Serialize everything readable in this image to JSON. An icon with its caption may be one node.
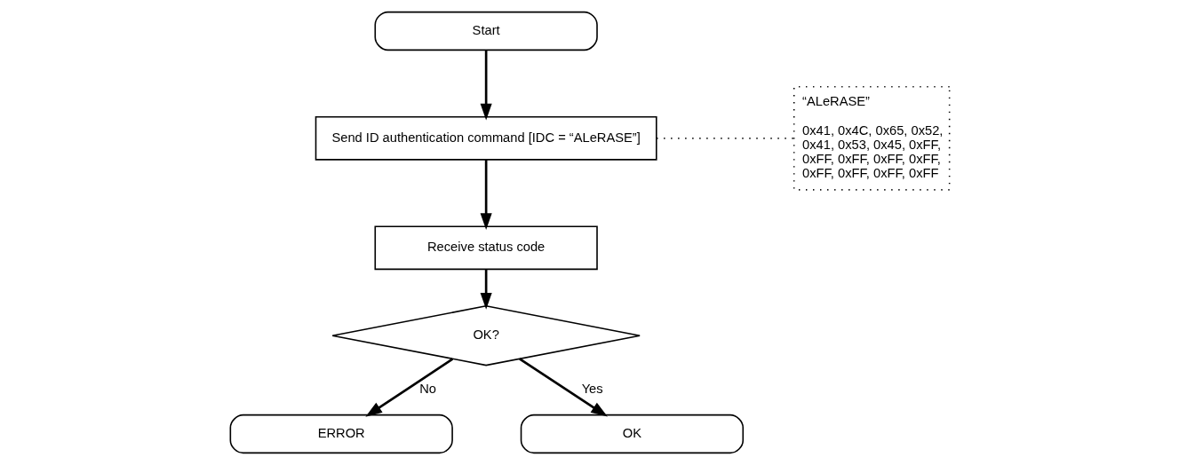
{
  "diagram": {
    "nodes": [
      {
        "text": [
          "Start"
        ]
      },
      {
        "text": [
          "Send ID authentication command [IDC = “ALeRASE”]"
        ]
      },
      {
        "text": [
          "Receive status code"
        ]
      },
      {
        "text": [
          "OK?"
        ]
      },
      {
        "text": [
          "ERROR"
        ]
      },
      {
        "text": [
          "OK"
        ]
      },
      {
        "text": [
          "“ALeRASE”",
          "0x41, 0x4C, 0x65, 0x52, 0x41, 0x53, 0x45, 0xFF, 0xFF, 0xFF, 0xFF, 0xFF, 0xFF, 0xFF, 0xFF, 0xFF"
        ]
      }
    ],
    "edges": [
      {
        "from": 0,
        "to": 1,
        "arrow": "to"
      },
      {
        "from": 1,
        "to": 2,
        "arrow": "to"
      },
      {
        "from": 2,
        "to": 3,
        "arrow": "to"
      },
      {
        "from": 3,
        "to": 4,
        "arrow": "to",
        "label": "No"
      },
      {
        "from": 3,
        "to": 5,
        "arrow": "to",
        "label": "Yes"
      },
      {
        "from": 1,
        "to": 6,
        "arrow": "none",
        "style": "dashed"
      }
    ]
  }
}
